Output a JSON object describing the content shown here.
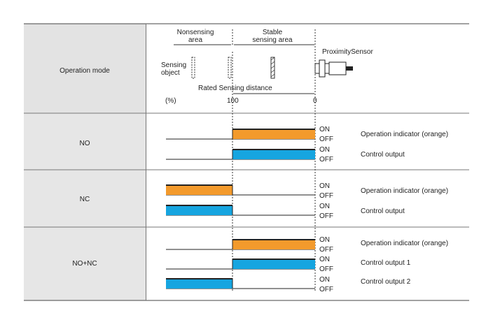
{
  "header": {
    "mode_label": "Operation mode",
    "nonsensing_area": "Nonsensing\narea",
    "stable_area": "Stable\nsensing area",
    "sensor_label": "ProximitySensor",
    "sensing_object": "Sensing\nobject",
    "rated_distance": "Rated Sensing distance",
    "pct_unit": "(%)",
    "tick_100": "100",
    "tick_0": "0"
  },
  "on_label": "ON",
  "off_label": "OFF",
  "colors": {
    "orange": "#F39A2C",
    "blue": "#16A5E0",
    "header_bg": "#E3E3E3",
    "mode_bg": "#E6E6E6"
  },
  "rows": [
    {
      "mode": "NO",
      "signals": [
        {
          "label": "Operation indicator (orange)",
          "color": "orange",
          "on": "stable"
        },
        {
          "label": "Control output",
          "color": "blue",
          "on": "stable"
        }
      ]
    },
    {
      "mode": "NC",
      "signals": [
        {
          "label": "Operation indicator (orange)",
          "color": "orange",
          "on": "nonsensing"
        },
        {
          "label": "Control output",
          "color": "blue",
          "on": "nonsensing"
        }
      ]
    },
    {
      "mode": "NO+NC",
      "signals": [
        {
          "label": "Operation indicator (orange)",
          "color": "orange",
          "on": "stable"
        },
        {
          "label": "Control output 1",
          "color": "blue",
          "on": "stable"
        },
        {
          "label": "Control output 2",
          "color": "blue",
          "on": "nonsensing"
        }
      ]
    }
  ]
}
